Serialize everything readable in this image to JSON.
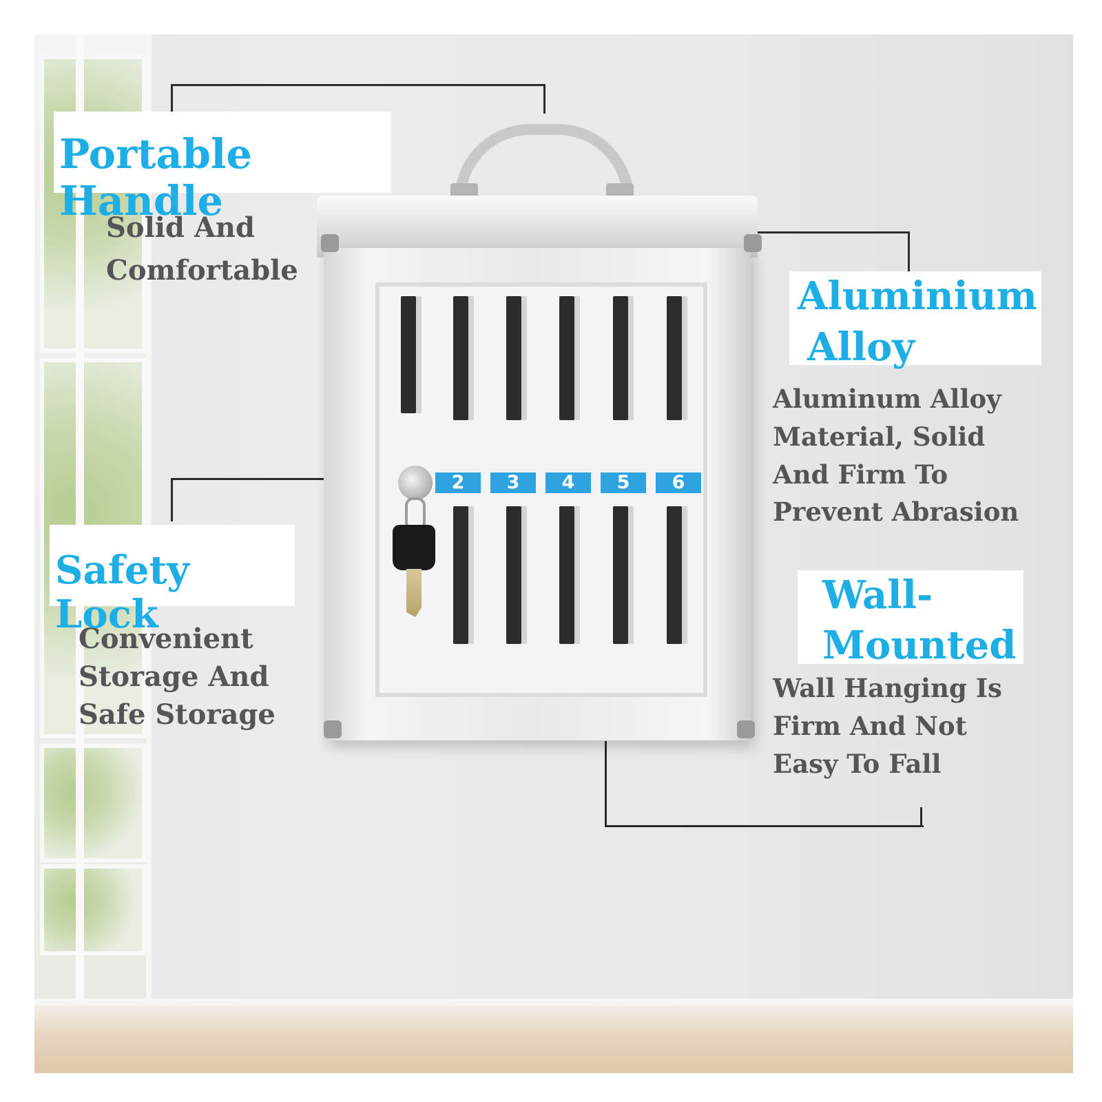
{
  "features": [
    {
      "id": "portable-handle",
      "title_lines": [
        "Portable Handle"
      ],
      "desc_lines": [
        "Solid And",
        "Comfortable"
      ]
    },
    {
      "id": "safety-lock",
      "title_lines": [
        "Safety Lock"
      ],
      "desc_lines": [
        "Convenient",
        "Storage And",
        "Safe Storage"
      ]
    },
    {
      "id": "aluminium-alloy",
      "title_lines": [
        "Aluminium",
        "Alloy"
      ],
      "desc_lines": [
        "Aluminum Alloy",
        "Material, Solid",
        "And Firm To",
        "Prevent Abrasion"
      ]
    },
    {
      "id": "wall-mounted",
      "title_lines": [
        "Wall-",
        "Mounted"
      ],
      "desc_lines": [
        "Wall Hanging Is",
        "Firm And Not",
        "Easy To Fall"
      ]
    }
  ],
  "cabinet": {
    "slot_numbers": [
      "2",
      "3",
      "4",
      "5",
      "6"
    ]
  },
  "colors": {
    "title": "#1eaee6",
    "description": "#555558",
    "number_tag": "#2ea3e0",
    "leader_line": "#2b2b2b"
  }
}
